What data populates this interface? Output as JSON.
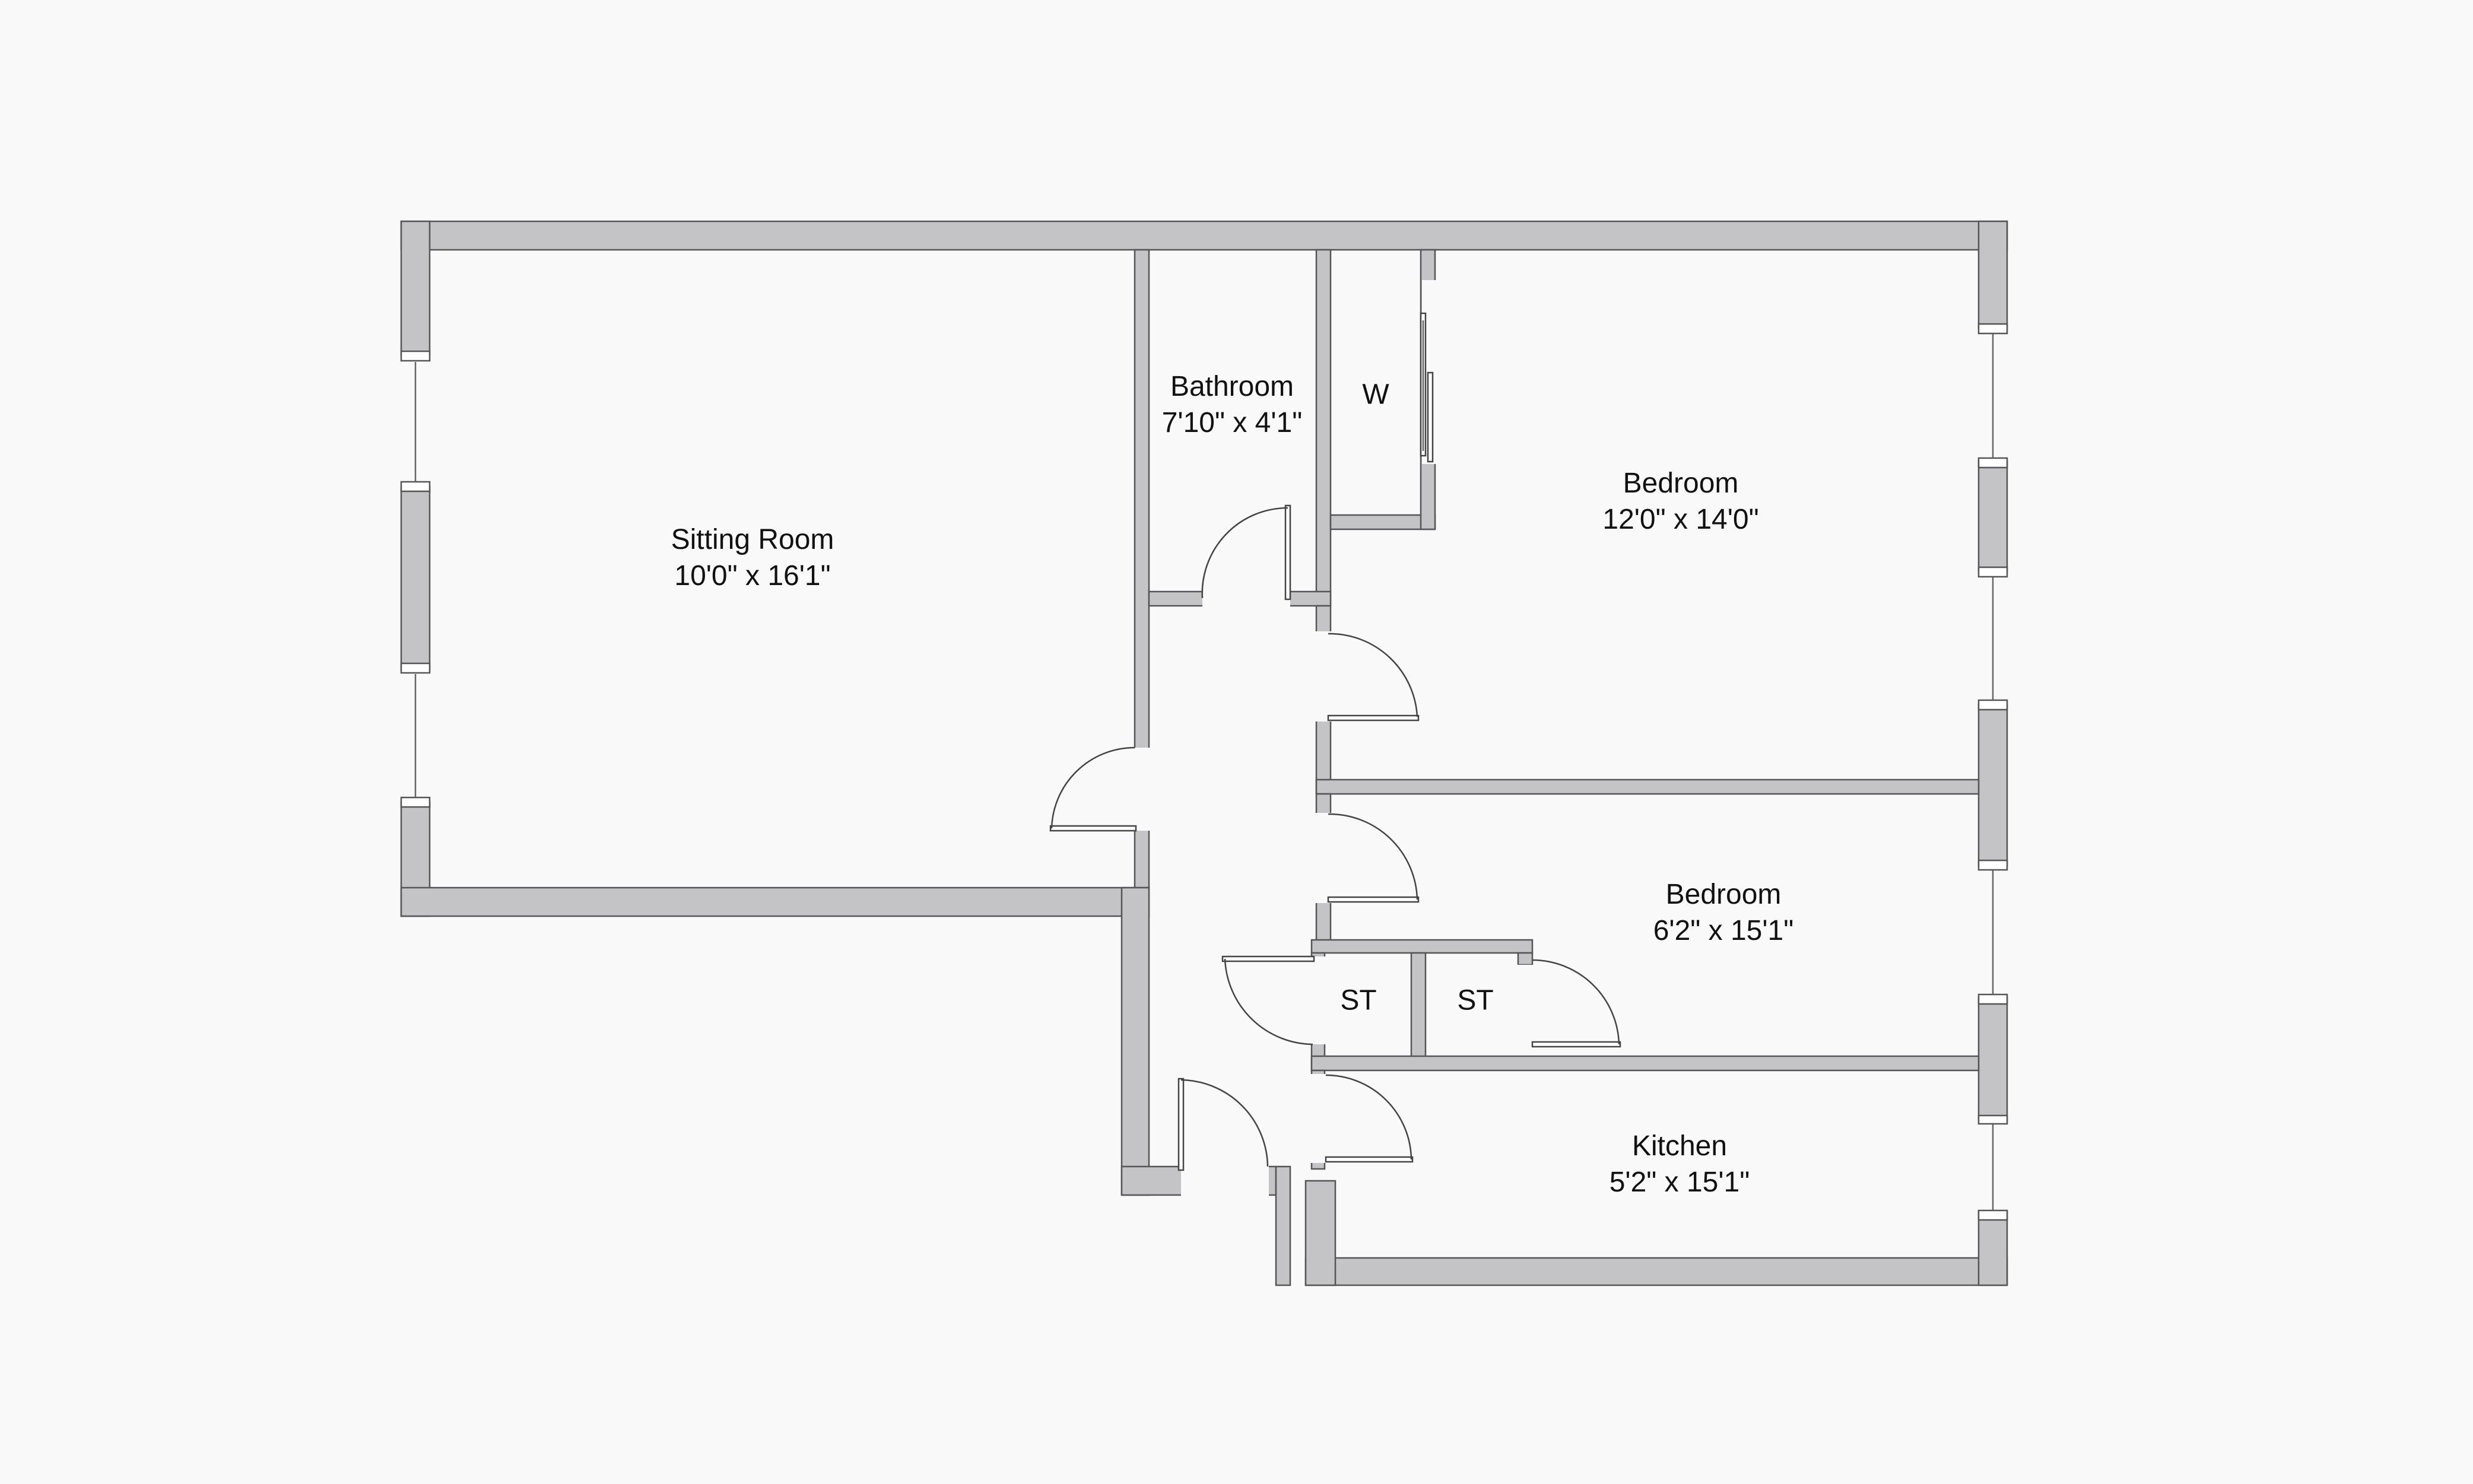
{
  "floorplan": {
    "rooms": {
      "sitting_room": {
        "name": "Sitting Room",
        "dims": "10'0\" x 16'1\""
      },
      "bathroom": {
        "name": "Bathroom",
        "dims": "7'10\" x 4'1\""
      },
      "wardrobe": {
        "name": "W"
      },
      "bedroom_1": {
        "name": "Bedroom",
        "dims": "12'0\" x 14'0\""
      },
      "bedroom_2": {
        "name": "Bedroom",
        "dims": "6'2\" x 15'1\""
      },
      "store_1": {
        "name": "ST"
      },
      "store_2": {
        "name": "ST"
      },
      "kitchen": {
        "name": "Kitchen",
        "dims": "5'2\" x 15'1\""
      }
    },
    "colors": {
      "background": "#f9f9f9",
      "wall_fill": "#c4c4c6",
      "wall_outline": "#555555",
      "text": "#111111"
    }
  }
}
